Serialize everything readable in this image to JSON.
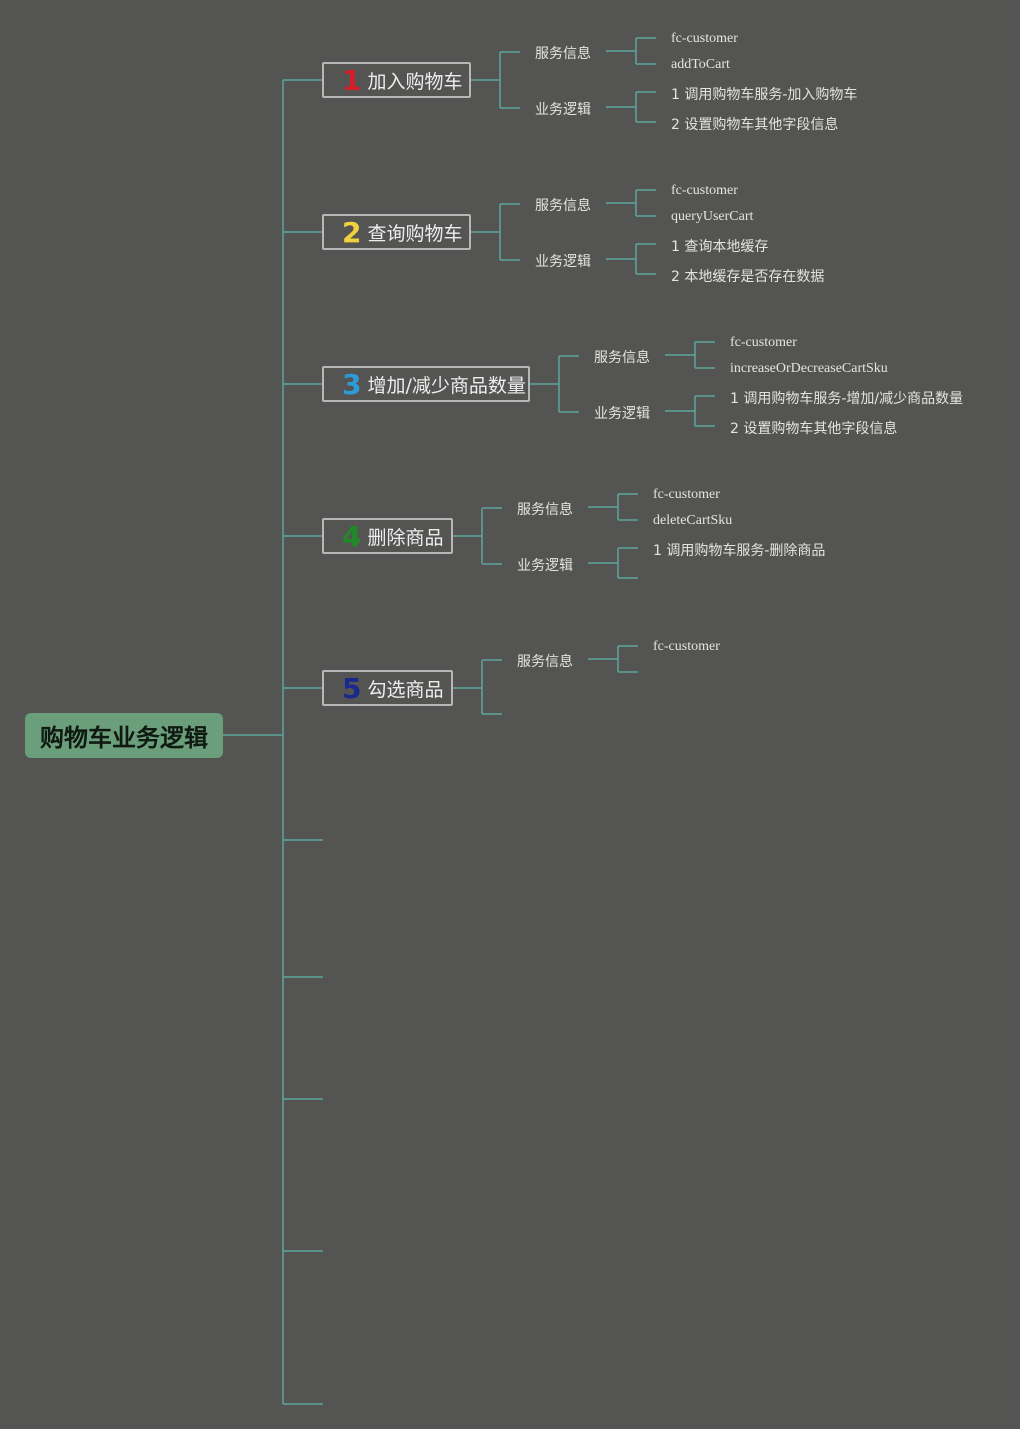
{
  "root": {
    "label": "购物车业务逻辑"
  },
  "colors": {
    "background": "#545553",
    "line": "#5fa39c",
    "root": "#6b9e7a",
    "num1": "#d41f2b",
    "num2": "#f2d13e",
    "num3": "#2d9bd8",
    "num4": "#1f8a26",
    "num5": "#1a2a8c"
  },
  "topics": [
    {
      "num": "1",
      "label": "加入购物车",
      "service_label": "服务信息",
      "logic_label": "业务逻辑",
      "service": [
        "fc-customer",
        "addToCart"
      ],
      "logic": [
        "1 调用购物车服务-加入购物车",
        "2 设置购物车其他字段信息"
      ]
    },
    {
      "num": "2",
      "label": "查询购物车",
      "service_label": "服务信息",
      "logic_label": "业务逻辑",
      "service": [
        "fc-customer",
        "queryUserCart"
      ],
      "logic": [
        "1 查询本地缓存",
        "2 本地缓存是否存在数据"
      ]
    },
    {
      "num": "3",
      "label": "增加/减少商品数量",
      "service_label": "服务信息",
      "logic_label": "业务逻辑",
      "service": [
        "fc-customer",
        "increaseOrDecreaseCartSku"
      ],
      "logic": [
        "1 调用购物车服务-增加/减少商品数量",
        "2 设置购物车其他字段信息"
      ]
    },
    {
      "num": "4",
      "label": "删除商品",
      "service_label": "服务信息",
      "logic_label": "业务逻辑",
      "service": [
        "fc-customer",
        "deleteCartSku"
      ],
      "logic": [
        "1 调用购物车服务-删除商品"
      ]
    },
    {
      "num": "5",
      "label": "勾选商品",
      "service_label": "服务信息",
      "service": [
        "fc-customer"
      ]
    }
  ]
}
